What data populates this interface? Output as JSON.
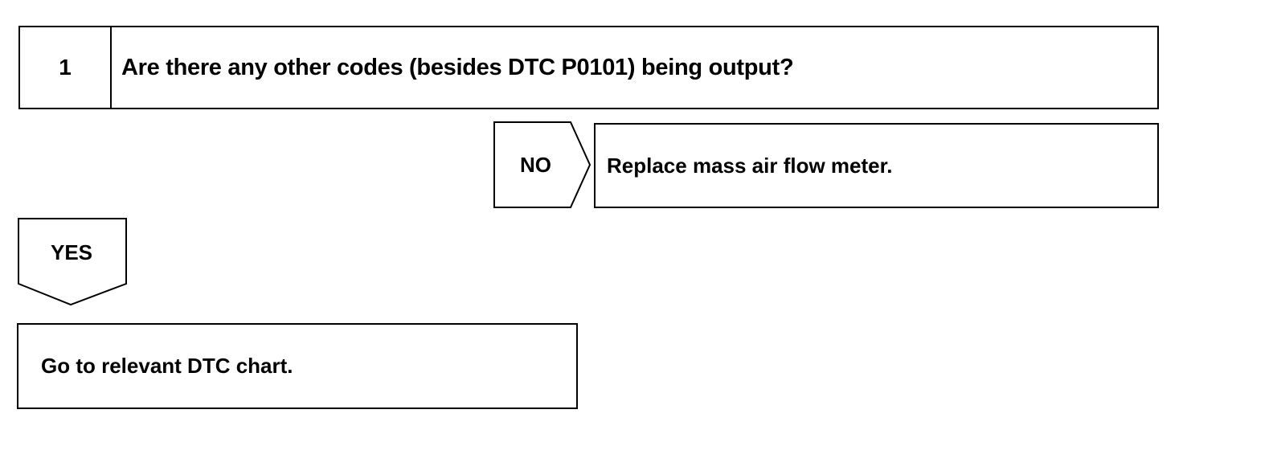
{
  "step": {
    "number": "1",
    "question": "Are there any other codes (besides DTC P0101) being output?"
  },
  "no_branch": {
    "label": "NO",
    "result": "Replace mass air flow meter."
  },
  "yes_branch": {
    "label": "YES",
    "result": "Go to relevant DTC chart."
  }
}
